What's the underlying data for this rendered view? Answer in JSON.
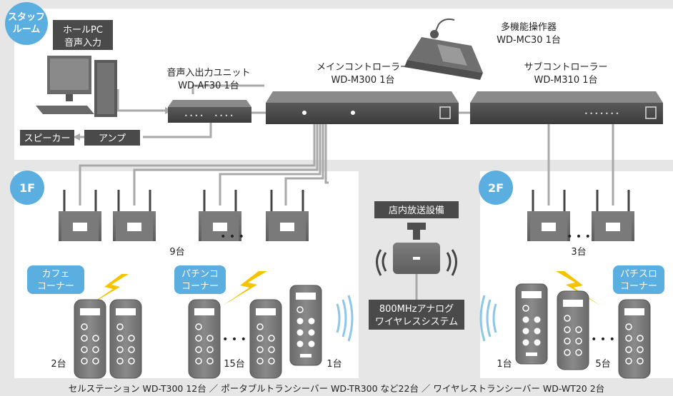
{
  "zones": {
    "staff_room": {
      "label_line1": "スタッフ",
      "label_line2": "ルーム"
    },
    "floor1": {
      "label": "1F"
    },
    "floor2": {
      "label": "2F"
    }
  },
  "hall_pc": {
    "line1": "ホールPC",
    "line2": "音声入力"
  },
  "audio_unit": {
    "line1": "音声入出力ユニット",
    "line2": "WD-AF30 1台"
  },
  "main_controller": {
    "line1": "メインコントローラー",
    "line2": "WD-M300 1台"
  },
  "console": {
    "line1": "多機能操作器",
    "line2": "WD-MC30 1台"
  },
  "sub_controller": {
    "line1": "サブコントローラー",
    "line2": "WD-M310 1台"
  },
  "speaker": {
    "label": "スピーカー"
  },
  "amp": {
    "label": "アンプ"
  },
  "counts": {
    "antennas_1f": "9台",
    "antennas_2f": "3台",
    "cafe_units": "2台",
    "pachinko_units": "15台",
    "wireless_1f": "1台",
    "wireless_2f": "1台",
    "pachislot_units": "5台"
  },
  "zones_1f": {
    "cafe": {
      "line1": "カフェ",
      "line2": "コーナー"
    },
    "pachinko": {
      "line1": "パチンコ",
      "line2": "コーナー"
    }
  },
  "zones_2f": {
    "pachislot": {
      "line1": "パチスロ",
      "line2": "コーナー"
    }
  },
  "store_broadcast": {
    "label": "店内放送設備"
  },
  "analog_system": {
    "line1": "800MHzアナログ",
    "line2": "ワイヤレスシステム"
  },
  "ellipsis": "• • •",
  "footer": {
    "text": "セルステーション WD-T300 12台 ／ ポータブルトランシーバー WD-TR300 など22台 ／ ワイヤレストランシーバー WD-WT20 2台"
  },
  "colors": {
    "accent_blue": "#5aaee0",
    "dark_label": "#4a4a4a",
    "lightning": "#f5c400",
    "wave": "#8cc6ea",
    "zone_bg": "#ffffff",
    "page_bg": "#e6e6e6"
  }
}
